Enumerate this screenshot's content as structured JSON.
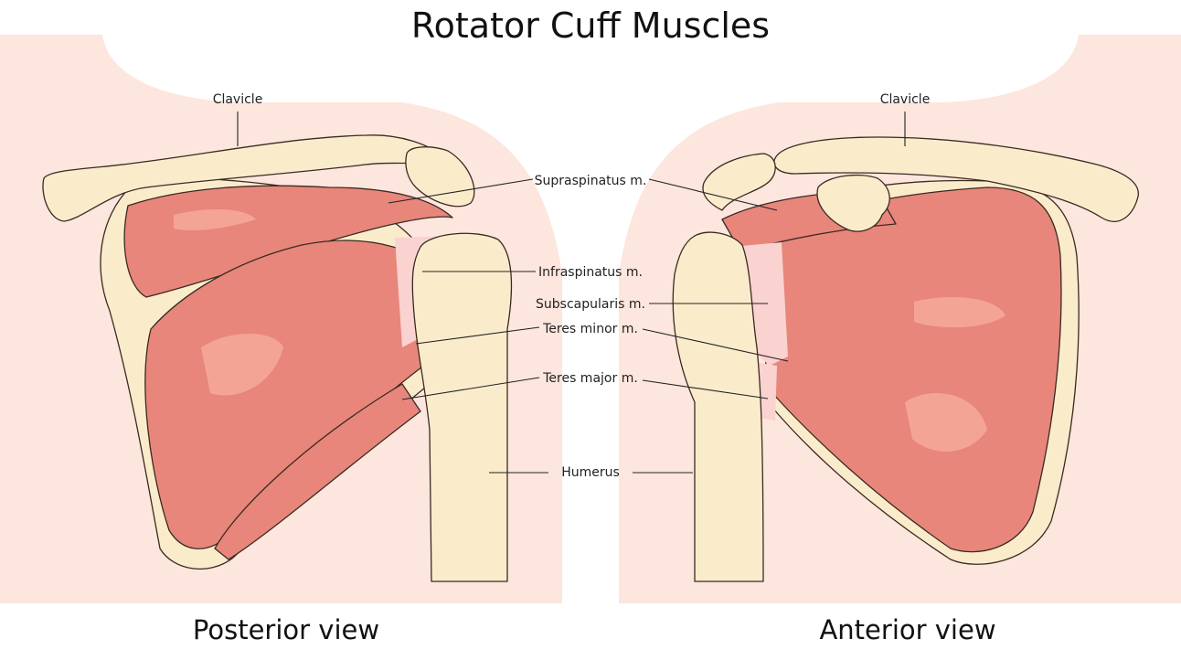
{
  "title": "Rotator Cuff Muscles",
  "views": {
    "posterior": "Posterior view",
    "anterior": "Anterior view"
  },
  "labels": {
    "clavicle": "Clavicle",
    "supraspinatus": "Supraspinatus m.",
    "infraspinatus": "Infraspinatus m.",
    "subscapularis": "Subscapularis m.",
    "teres_minor": "Teres minor m.",
    "teres_major": "Teres major m.",
    "humerus": "Humerus"
  },
  "colors": {
    "skin": "#fde6dd",
    "bone": "#faeccb",
    "muscle": "#e8867b",
    "tendon": "#fad2d0",
    "outline": "#3a2a22"
  }
}
